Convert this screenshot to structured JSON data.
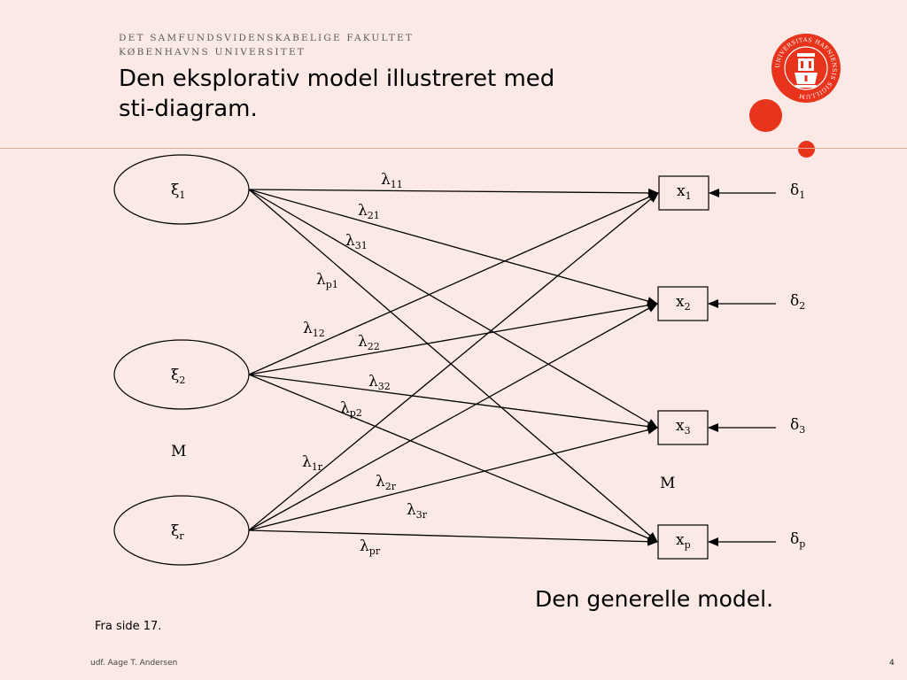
{
  "header": {
    "faculty_line1": "DET SAMFUNDSVIDENSKABELIGE FAKULTET",
    "faculty_line2": "KØBENHAVNS UNIVERSITET"
  },
  "slide": {
    "title_line1": "Den eksplorativ model illustreret med",
    "title_line2": "sti-diagram.",
    "model_label": "Den generelle model.",
    "source": "Fra side 17.",
    "footer": "udf. Aage T. Andersen",
    "page_number": "4"
  },
  "colors": {
    "background": "#fbe9e5",
    "accent": "#e8341c",
    "rule": "#e0aa9e"
  },
  "seal": {
    "icon": "university-seal-icon",
    "ring_text": "UNIVERSITAS HAFNIENSIS SIGILLUM"
  },
  "diagram": {
    "ellipsis_symbol": "M",
    "latent_factors": [
      {
        "id": "f1",
        "symbol": "ξ",
        "sub": "1"
      },
      {
        "id": "f2",
        "symbol": "ξ",
        "sub": "2"
      },
      {
        "id": "fr",
        "symbol": "ξ",
        "sub": "r"
      }
    ],
    "indicators": [
      {
        "id": "o1",
        "symbol": "x",
        "sub": "1",
        "error": "δ",
        "error_sub": "1"
      },
      {
        "id": "o2",
        "symbol": "x",
        "sub": "2",
        "error": "δ",
        "error_sub": "2"
      },
      {
        "id": "o3",
        "symbol": "x",
        "sub": "3",
        "error": "δ",
        "error_sub": "3"
      },
      {
        "id": "op",
        "symbol": "x",
        "sub": "p",
        "error": "δ",
        "error_sub": "p"
      }
    ],
    "paths": [
      {
        "from": "f1",
        "to": "o1",
        "label": "λ",
        "sub": "11"
      },
      {
        "from": "f1",
        "to": "o2",
        "label": "λ",
        "sub": "21"
      },
      {
        "from": "f1",
        "to": "o3",
        "label": "λ",
        "sub": "31"
      },
      {
        "from": "f1",
        "to": "op",
        "label": "λ",
        "sub": "p1"
      },
      {
        "from": "f2",
        "to": "o1",
        "label": "λ",
        "sub": "12"
      },
      {
        "from": "f2",
        "to": "o2",
        "label": "λ",
        "sub": "22"
      },
      {
        "from": "f2",
        "to": "o3",
        "label": "λ",
        "sub": "32"
      },
      {
        "from": "f2",
        "to": "op",
        "label": "λ",
        "sub": "p2"
      },
      {
        "from": "fr",
        "to": "o1",
        "label": "λ",
        "sub": "1r"
      },
      {
        "from": "fr",
        "to": "o2",
        "label": "λ",
        "sub": "2r"
      },
      {
        "from": "fr",
        "to": "o3",
        "label": "λ",
        "sub": "3r"
      },
      {
        "from": "fr",
        "to": "op",
        "label": "λ",
        "sub": "pr"
      }
    ]
  }
}
